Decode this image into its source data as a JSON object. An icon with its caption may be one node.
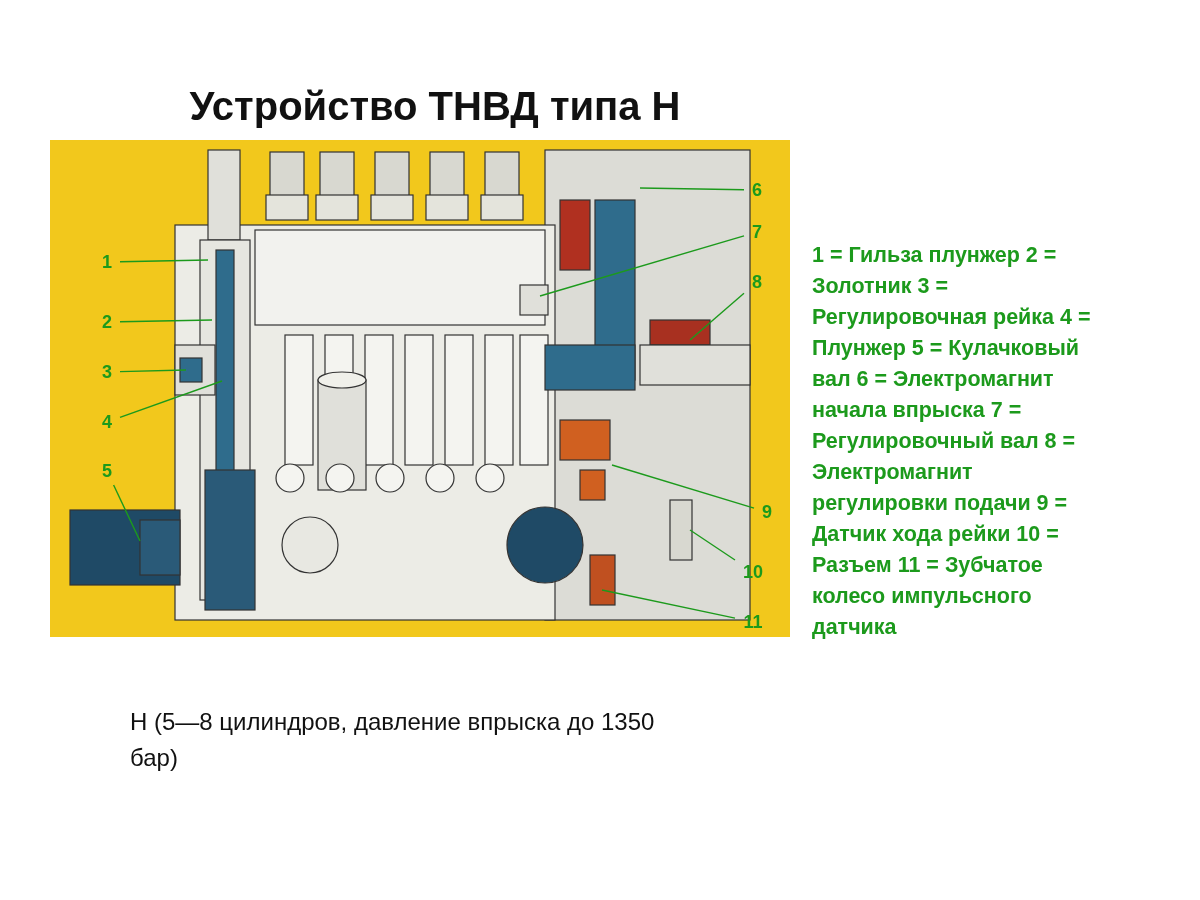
{
  "diagram": {
    "title": "Устройство ТНВД типа Н",
    "caption": "Н (5—8 цилиндров, давление впрыска до 1350 бар)",
    "nodes": [
      {
        "text": [],
        "shape": "picture"
      },
      {
        "text": [
          "1"
        ],
        "in": 0
      },
      {
        "text": [
          "2"
        ],
        "in": 0
      },
      {
        "text": [
          "3"
        ],
        "in": 0
      },
      {
        "text": [
          "4"
        ],
        "in": 0
      },
      {
        "text": [
          "5"
        ],
        "in": 0
      },
      {
        "text": [
          "6"
        ],
        "in": 0
      },
      {
        "text": [
          "7"
        ],
        "in": 0
      },
      {
        "text": [
          "8"
        ],
        "in": 0
      },
      {
        "text": [
          "9"
        ],
        "in": 0
      },
      {
        "text": [
          "10"
        ],
        "in": 0
      },
      {
        "text": [
          "11"
        ],
        "in": 0
      }
    ],
    "edges": [
      {
        "from": 1,
        "to": null,
        "arrow": "none"
      },
      {
        "from": 2,
        "to": null,
        "arrow": "none"
      },
      {
        "from": 3,
        "to": null,
        "arrow": "none"
      },
      {
        "from": 4,
        "to": null,
        "arrow": "none"
      },
      {
        "from": 5,
        "to": null,
        "arrow": "none"
      },
      {
        "from": 6,
        "to": null,
        "arrow": "none"
      },
      {
        "from": 7,
        "to": null,
        "arrow": "none"
      },
      {
        "from": 8,
        "to": null,
        "arrow": "none"
      },
      {
        "from": 9,
        "to": null,
        "arrow": "none"
      },
      {
        "from": 10,
        "to": null,
        "arrow": "none"
      },
      {
        "from": 11,
        "to": null,
        "arrow": "none"
      }
    ],
    "labels": [
      "1 = Гильза плунжер 2 = Золотник 3 = Регулировочная рейка 4 = Плунжер 5 = Кулачковый вал 6 = Электромагнит начала впрыска 7 = Регулировочный вал 8 = Электромагнит регулировки подачи 9 = Датчик хода рейки 10 = Разъем 11 = Зубчатое колесо импульсного датчика"
    ]
  }
}
